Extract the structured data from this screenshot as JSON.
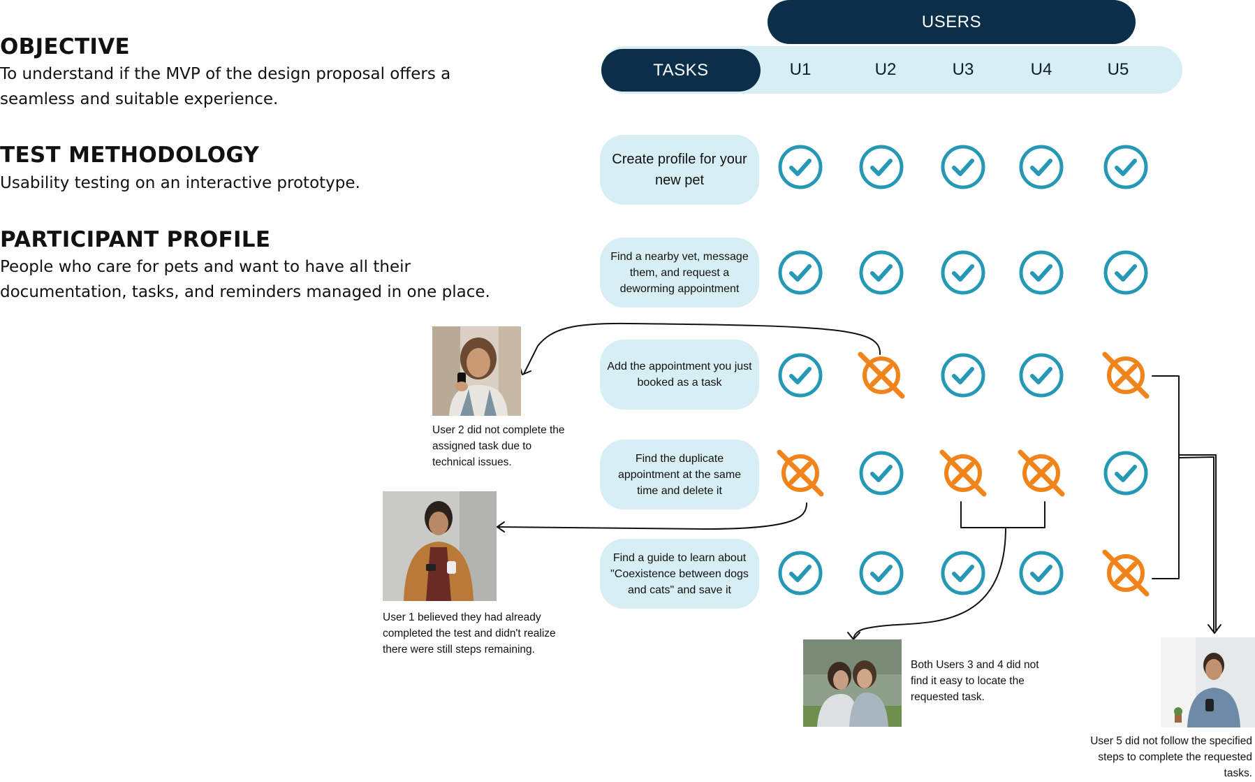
{
  "objective": {
    "title": "OBJECTIVE",
    "text": "To understand if the MVP of the design proposal offers a seamless and suitable experience."
  },
  "methodology": {
    "title": "TEST METHODOLOGY",
    "text": "Usability testing on an interactive prototype."
  },
  "participants": {
    "title": "PARTICIPANT PROFILE",
    "text": "People who care for pets and want to have all their documentation, tasks, and reminders managed in one place."
  },
  "matrix": {
    "users_label": "USERS",
    "tasks_label": "TASKS",
    "users": [
      "U1",
      "U2",
      "U3",
      "U4",
      "U5"
    ],
    "tasks": [
      {
        "label": "Create profile for your new pet",
        "results": [
          "success",
          "success",
          "success",
          "success",
          "success"
        ]
      },
      {
        "label": "Find a nearby vet, message them, and request a deworming appointment",
        "results": [
          "success",
          "success",
          "success",
          "success",
          "success"
        ]
      },
      {
        "label": "Add the appointment you just booked as a task",
        "results": [
          "success",
          "fail",
          "success",
          "success",
          "fail"
        ]
      },
      {
        "label": "Find the duplicate appointment at the same time and delete it",
        "results": [
          "fail",
          "success",
          "fail",
          "fail",
          "success"
        ]
      },
      {
        "label": "Find a guide to learn about \"Coexistence between dogs and cats\" and save it",
        "results": [
          "success",
          "success",
          "success",
          "success",
          "fail"
        ]
      }
    ]
  },
  "notes": {
    "user2": "User 2 did not complete the assigned task due to technical issues.",
    "user1": "User 1 believed they had already completed the test and didn't realize there were still steps remaining.",
    "user34": "Both Users 3 and 4 did not find it easy to locate the requested task.",
    "user5": "User 5 did not follow the specified steps to complete the requested tasks."
  },
  "colors": {
    "navy": "#0b2f48",
    "light_blue": "#d6eef4",
    "success": "#2598b6",
    "fail": "#f0831a"
  }
}
